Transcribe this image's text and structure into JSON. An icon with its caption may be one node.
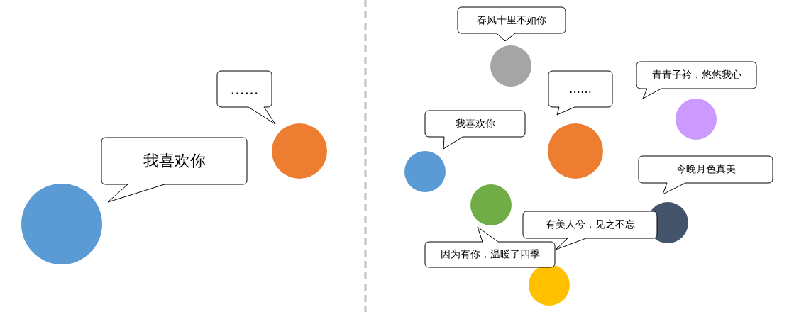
{
  "diagram": {
    "nodes": [
      {
        "text": [
          "……"
        ]
      },
      {
        "text": [],
        "shape": "circle"
      },
      {
        "text": [
          "我喜欢你"
        ]
      },
      {
        "text": [],
        "shape": "circle"
      },
      {
        "text": [
          "春风十里不如你"
        ]
      },
      {
        "text": [],
        "shape": "circle"
      },
      {
        "text": [
          "青青子衿，悠悠我心"
        ]
      },
      {
        "text": [
          "……"
        ]
      },
      {
        "text": [],
        "shape": "circle"
      },
      {
        "text": [
          "我喜欢你"
        ]
      },
      {
        "text": [],
        "shape": "circle"
      },
      {
        "text": [],
        "shape": "circle"
      },
      {
        "text": [
          "今晚月色真美"
        ]
      },
      {
        "text": [],
        "shape": "circle"
      },
      {
        "text": [
          "有美人兮，见之不忘"
        ]
      },
      {
        "text": [],
        "shape": "circle"
      },
      {
        "text": [
          "因为有你，温暖了四季"
        ]
      },
      {
        "text": [],
        "shape": "circle"
      }
    ]
  }
}
